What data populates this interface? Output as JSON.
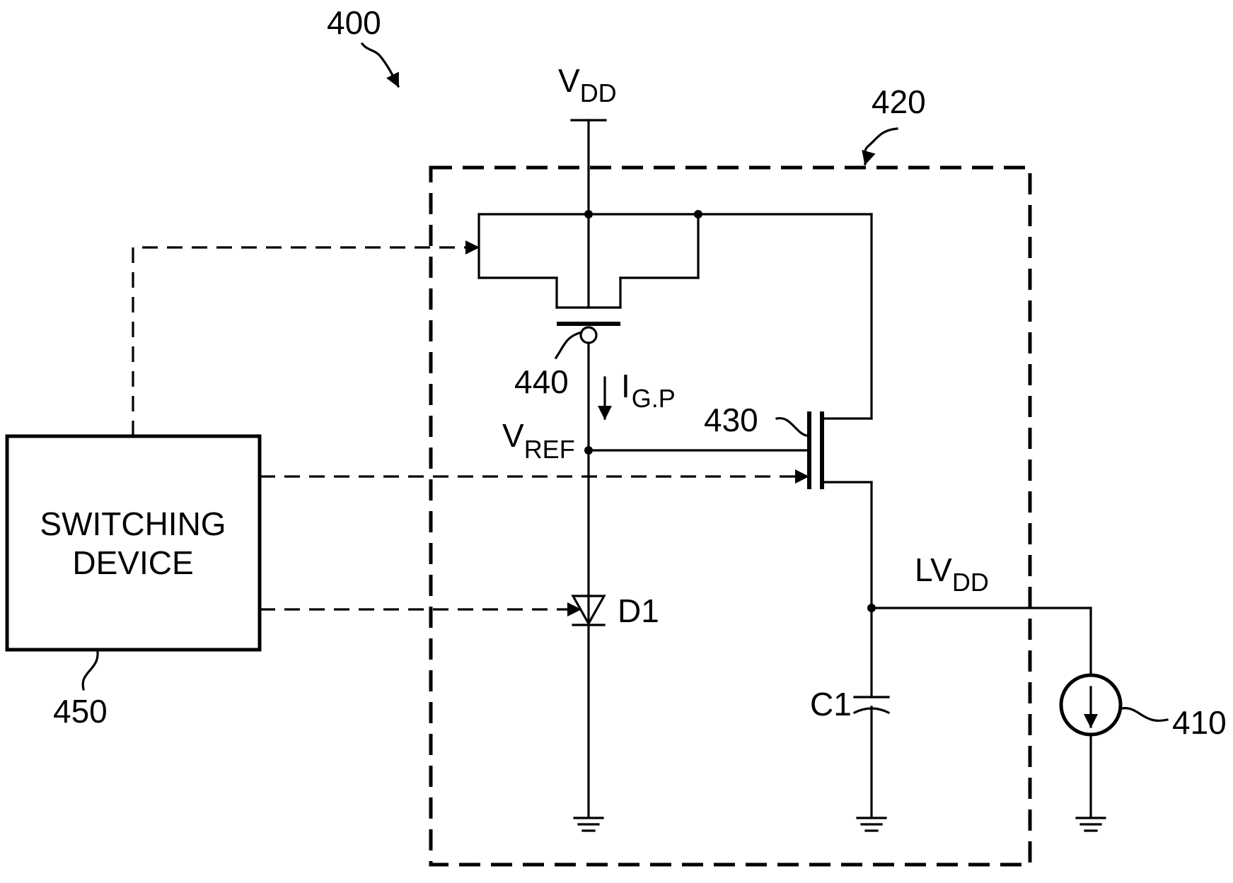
{
  "figure_ref": "400",
  "regulator_ref": "420",
  "current_source_ref": "410",
  "switching_device_ref": "450",
  "pmos_ref": "440",
  "nmos_ref": "430",
  "switching_device_label": [
    "SWITCHING",
    "DEVICE"
  ],
  "vdd": {
    "main": "V",
    "sub": "DD"
  },
  "vref": {
    "main": "V",
    "sub": "REF"
  },
  "igp": {
    "main": "I",
    "sub": "G.P"
  },
  "lvdd": {
    "main": "LV",
    "sub": "DD"
  },
  "diode_label": "D1",
  "capacitor_label": "C1"
}
